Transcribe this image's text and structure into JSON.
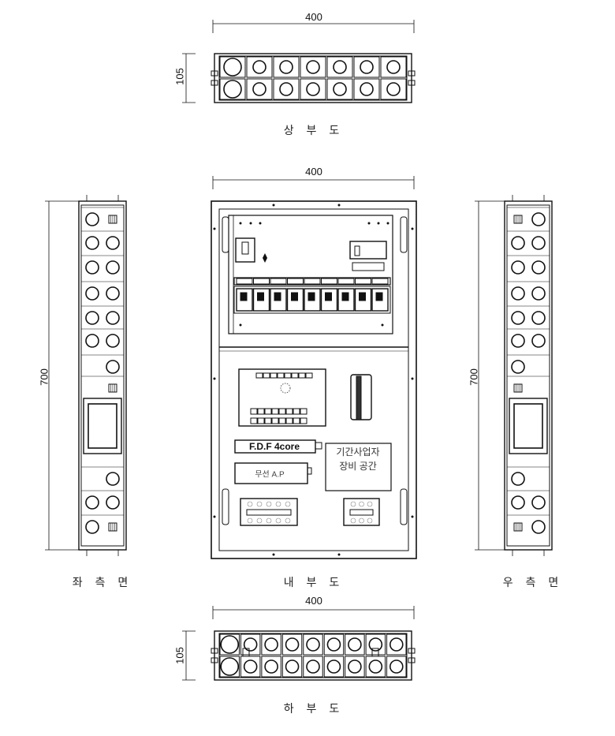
{
  "views": {
    "top": {
      "label": "상 부 도",
      "width_dim": "400",
      "depth_dim": "105"
    },
    "interior": {
      "label": "내 부 도",
      "width_dim": "400"
    },
    "left": {
      "label": "좌 측 면",
      "height_dim": "700"
    },
    "right": {
      "label": "우 측 면",
      "height_dim": "700"
    },
    "bottom": {
      "label": "하 부 도",
      "width_dim": "400",
      "depth_dim": "105"
    }
  },
  "interior_components": {
    "fdf_label": "F.D.F 4core",
    "wireless_ap_label": "무선 A.P",
    "carrier_space_line1": "기간사업자",
    "carrier_space_line2": "장비 공간"
  }
}
